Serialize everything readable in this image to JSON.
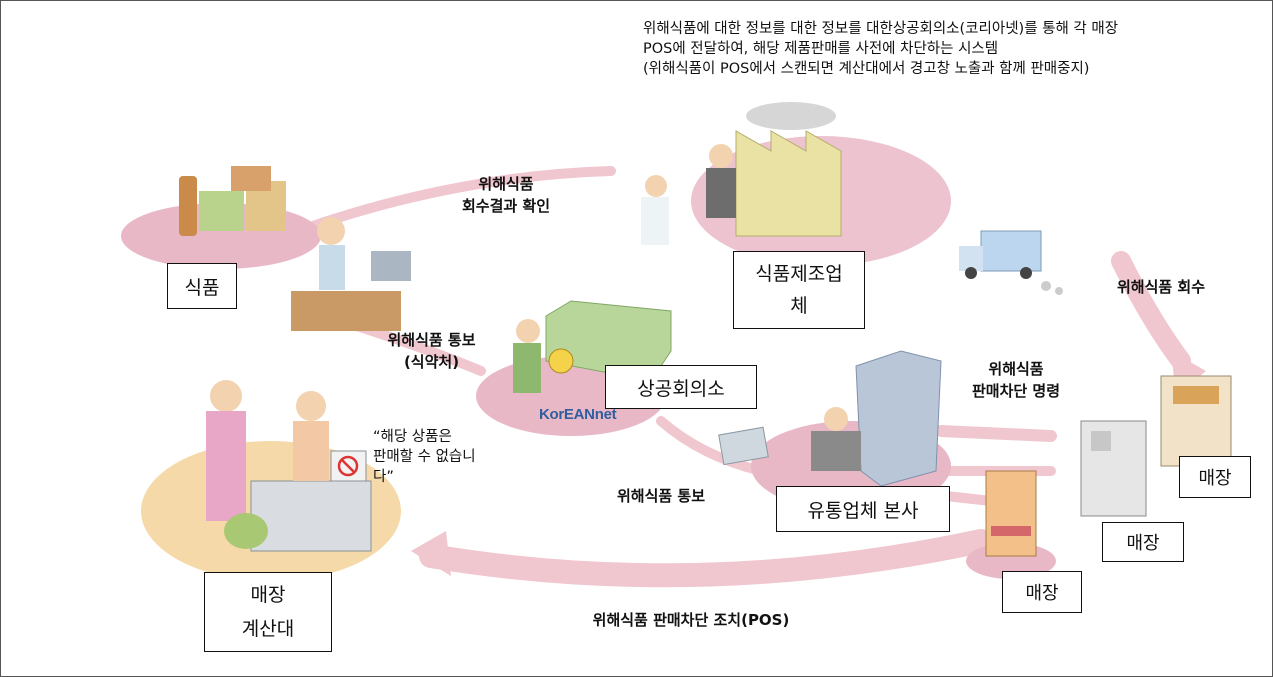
{
  "description_lines": [
    "위해식품에 대한 정보를 대한 정보를 대한상공회의소(코리아넷)를 통해 각 매장",
    "POS에 전달하여, 해당 제품판매를 사전에 차단하는 시스템",
    "(위해식품이 POS에서 스캔되면 계산대에서 경고창 노출과 함께 판매중지)"
  ],
  "boxes": {
    "food": "식품",
    "manufacturer_line1": "식품제조업",
    "manufacturer_line2": "체",
    "chamber": "상공회의소",
    "distributor_hq": "유통업체 본사",
    "store_1": "매장",
    "store_2": "매장",
    "store_3": "매장",
    "checkout_line1": "매장",
    "checkout_line2": "계산대"
  },
  "flow_labels": {
    "recall_confirm_line1": "위해식품",
    "recall_confirm_line2": "회수결과 확인",
    "recall": "위해식품 회수",
    "notify_mfds_line1": "위해식품 통보",
    "notify_mfds_line2": "(식약처)",
    "sales_block_order_line1": "위해식품",
    "sales_block_order_line2": "판매차단 명령",
    "notify": "위해식품 통보",
    "pos_block": "위해식품 판매차단 조치(POS)"
  },
  "quote_lines": [
    "“해당 상품은",
    "판매할 수 없습니",
    "다”"
  ],
  "logo_text": "KorEANnet",
  "colors": {
    "pink_platform": "#e9b8c6",
    "arrow": "#f0c6cf",
    "checkout_platform": "#f6d9a8",
    "building_green": "#b8d69a",
    "hq_building": "#b9c6d8"
  }
}
